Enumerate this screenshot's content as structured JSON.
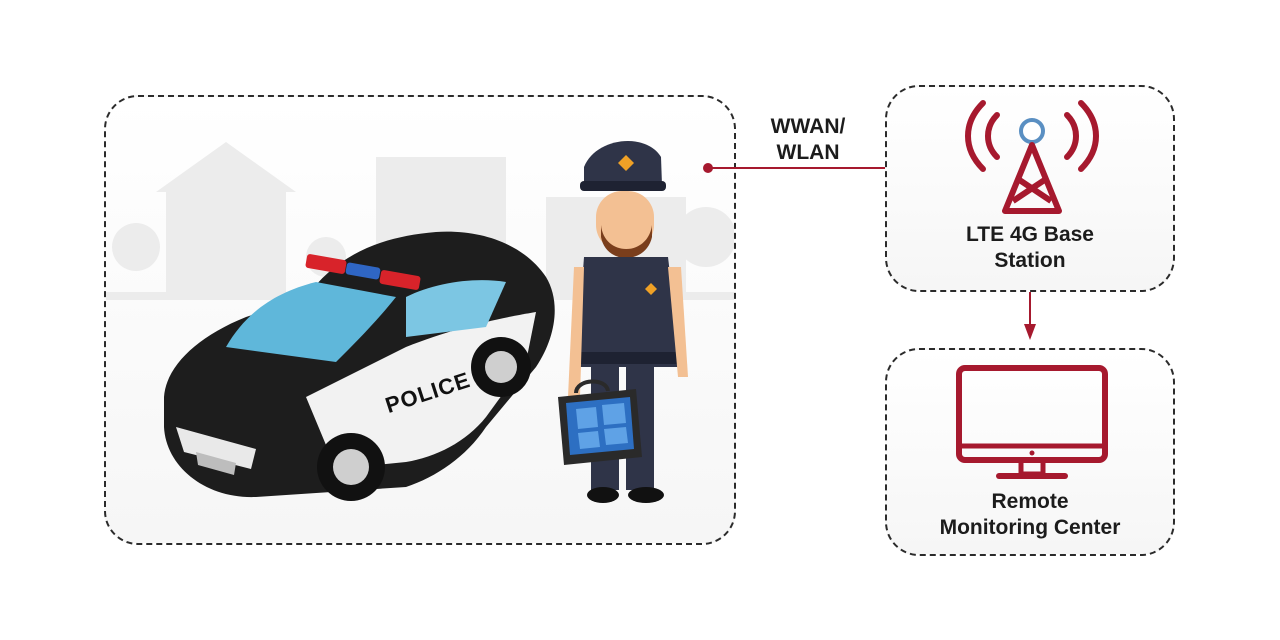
{
  "connection": {
    "label": "WWAN/\nWLAN"
  },
  "base_station": {
    "label": "LTE 4G Base\nStation",
    "icon": "cell-tower-icon"
  },
  "monitoring_center": {
    "label": "Remote\nMonitoring Center",
    "icon": "computer-monitor-icon"
  },
  "scene": {
    "car_text": "POLICE",
    "illustrations": [
      "police-car-icon",
      "police-officer-icon",
      "rugged-tablet-icon"
    ]
  },
  "colors": {
    "accent": "#a6192e",
    "outline": "#2b2b2b",
    "text": "#1c1c1c"
  }
}
